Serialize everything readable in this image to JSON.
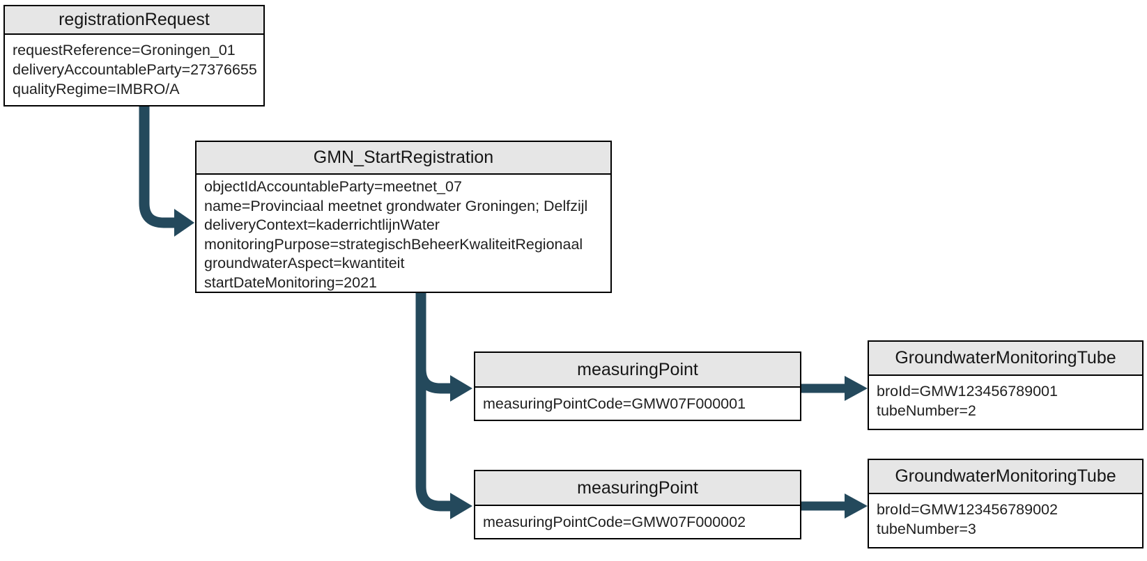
{
  "diagram": {
    "arrow_color": "#24495C",
    "header_fill": "#E6E6E6",
    "nodes": [
      {
        "id": "registration-request",
        "title": "registrationRequest",
        "attributes": [
          "requestReference=Groningen_01",
          "deliveryAccountableParty=27376655",
          "qualityRegime=IMBRO/A"
        ]
      },
      {
        "id": "gmn-start-registration",
        "title": "GMN_StartRegistration",
        "attributes": [
          "objectIdAccountableParty=meetnet_07",
          "name=Provinciaal meetnet grondwater Groningen; Delfzijl",
          "deliveryContext=kaderrichtlijnWater",
          "monitoringPurpose=strategischBeheerKwaliteitRegionaal",
          "groundwaterAspect=kwantiteit",
          "startDateMonitoring=2021"
        ]
      },
      {
        "id": "measuring-point-1",
        "title": "measuringPoint",
        "attributes": [
          "measuringPointCode=GMW07F000001"
        ]
      },
      {
        "id": "groundwater-monitoring-tube-1",
        "title": "GroundwaterMonitoringTube",
        "attributes": [
          "broId=GMW123456789001",
          "tubeNumber=2"
        ]
      },
      {
        "id": "measuring-point-2",
        "title": "measuringPoint",
        "attributes": [
          "measuringPointCode=GMW07F000002"
        ]
      },
      {
        "id": "groundwater-monitoring-tube-2",
        "title": "GroundwaterMonitoringTube",
        "attributes": [
          "broId=GMW123456789002",
          "tubeNumber=3"
        ]
      }
    ],
    "edges": [
      {
        "from": "registration-request",
        "to": "gmn-start-registration"
      },
      {
        "from": "gmn-start-registration",
        "to": "measuring-point-1"
      },
      {
        "from": "gmn-start-registration",
        "to": "measuring-point-2"
      },
      {
        "from": "measuring-point-1",
        "to": "groundwater-monitoring-tube-1"
      },
      {
        "from": "measuring-point-2",
        "to": "groundwater-monitoring-tube-2"
      }
    ]
  }
}
